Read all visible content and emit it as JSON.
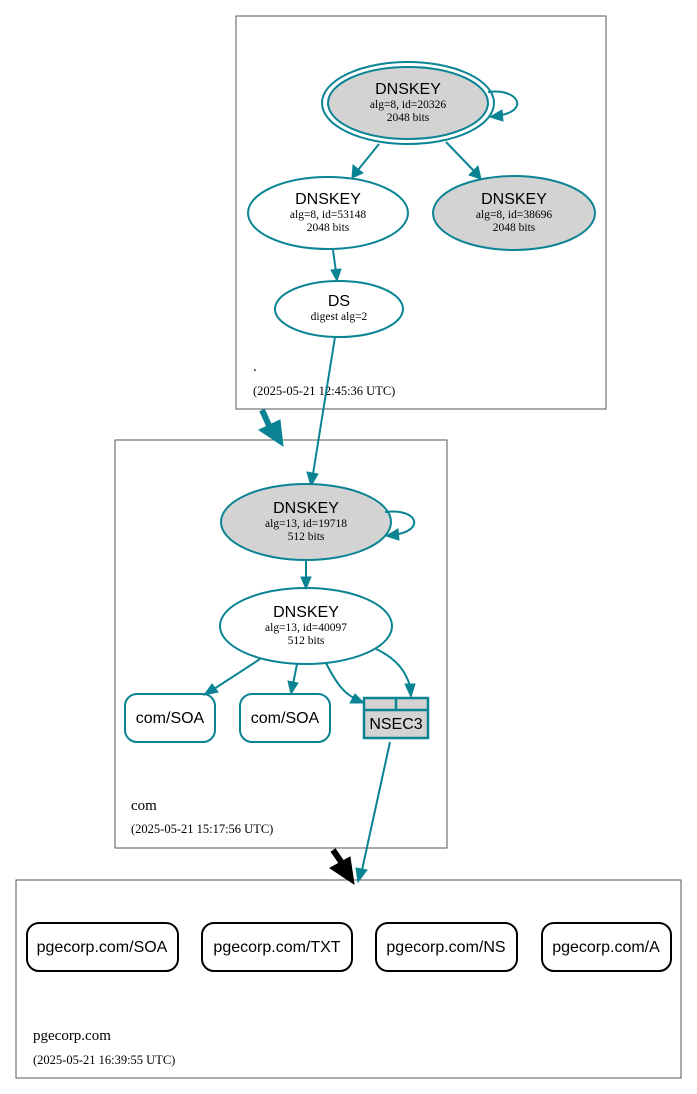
{
  "colors": {
    "edge": "#0a8494",
    "node_fill_gray": "#d3d3d3",
    "node_fill_white": "#ffffff",
    "cluster_border": "#555555",
    "black_arrow": "#000000"
  },
  "zones": {
    "root": {
      "name": ".",
      "timestamp": "(2025-05-21 12:45:36 UTC)"
    },
    "com": {
      "name": "com",
      "timestamp": "(2025-05-21 15:17:56 UTC)"
    },
    "pgecorp": {
      "name": "pgecorp.com",
      "timestamp": "(2025-05-21 16:39:55 UTC)"
    }
  },
  "nodes": {
    "root_ksk": {
      "title": "DNSKEY",
      "line1": "alg=8, id=20326",
      "line2": "2048 bits"
    },
    "root_zsk": {
      "title": "DNSKEY",
      "line1": "alg=8, id=53148",
      "line2": "2048 bits"
    },
    "root_key3": {
      "title": "DNSKEY",
      "line1": "alg=8, id=38696",
      "line2": "2048 bits"
    },
    "root_ds": {
      "title": "DS",
      "line1": "digest alg=2"
    },
    "com_ksk": {
      "title": "DNSKEY",
      "line1": "alg=13, id=19718",
      "line2": "512 bits"
    },
    "com_zsk": {
      "title": "DNSKEY",
      "line1": "alg=13, id=40097",
      "line2": "512 bits"
    },
    "com_soa_1": {
      "label": "com/SOA"
    },
    "com_soa_2": {
      "label": "com/SOA"
    },
    "com_nsec3": {
      "label": "NSEC3"
    },
    "pge_soa": {
      "label": "pgecorp.com/SOA"
    },
    "pge_txt": {
      "label": "pgecorp.com/TXT"
    },
    "pge_ns": {
      "label": "pgecorp.com/NS"
    },
    "pge_a": {
      "label": "pgecorp.com/A"
    }
  }
}
